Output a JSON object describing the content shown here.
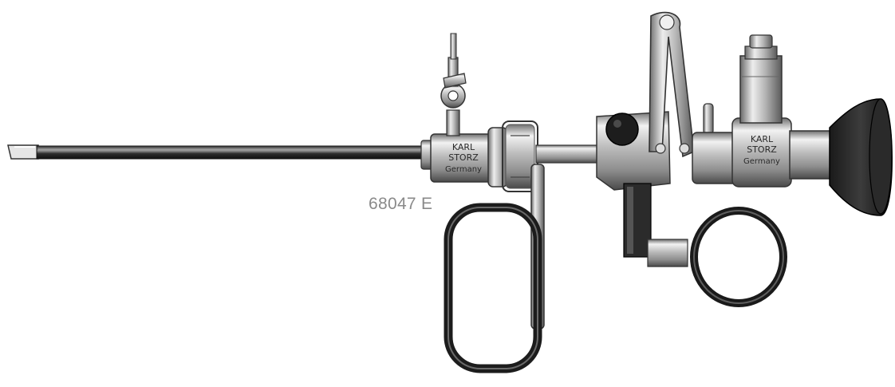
{
  "image": {
    "background": "#ffffff",
    "tone": "grayscale"
  },
  "part_number": "68047 E",
  "front_housing_engraving": [
    "KARL",
    "STORZ",
    "Germany"
  ],
  "rear_housing_engraving": [
    "KARL",
    "STORZ",
    "Germany"
  ]
}
